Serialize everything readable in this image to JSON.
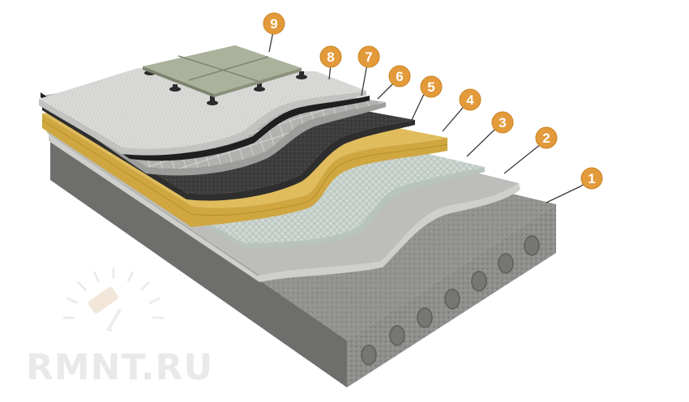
{
  "colors": {
    "callout_fill": "#e39a3a",
    "callout_stroke": "#b8741e",
    "leader": "#3a3a3a",
    "slab": "#8c8c8a",
    "screed": "#b9b9b7",
    "membrane": "#c9d2cc",
    "insulation": "#d7b04a",
    "bitumen": "#3c3c3c",
    "mesh_screed": "#a5a5a3",
    "top_screed": "#dcdcda",
    "tile": "#b3baa4",
    "watermark": "#e6e6e6"
  },
  "labels": {
    "l1": "1",
    "l2": "2",
    "l3": "3",
    "l4": "4",
    "l5": "5",
    "l6": "6",
    "l7": "7",
    "l8": "8",
    "l9": "9"
  },
  "watermark": {
    "text": "RMNT.RU",
    "logo": "paint-roller-logo"
  }
}
